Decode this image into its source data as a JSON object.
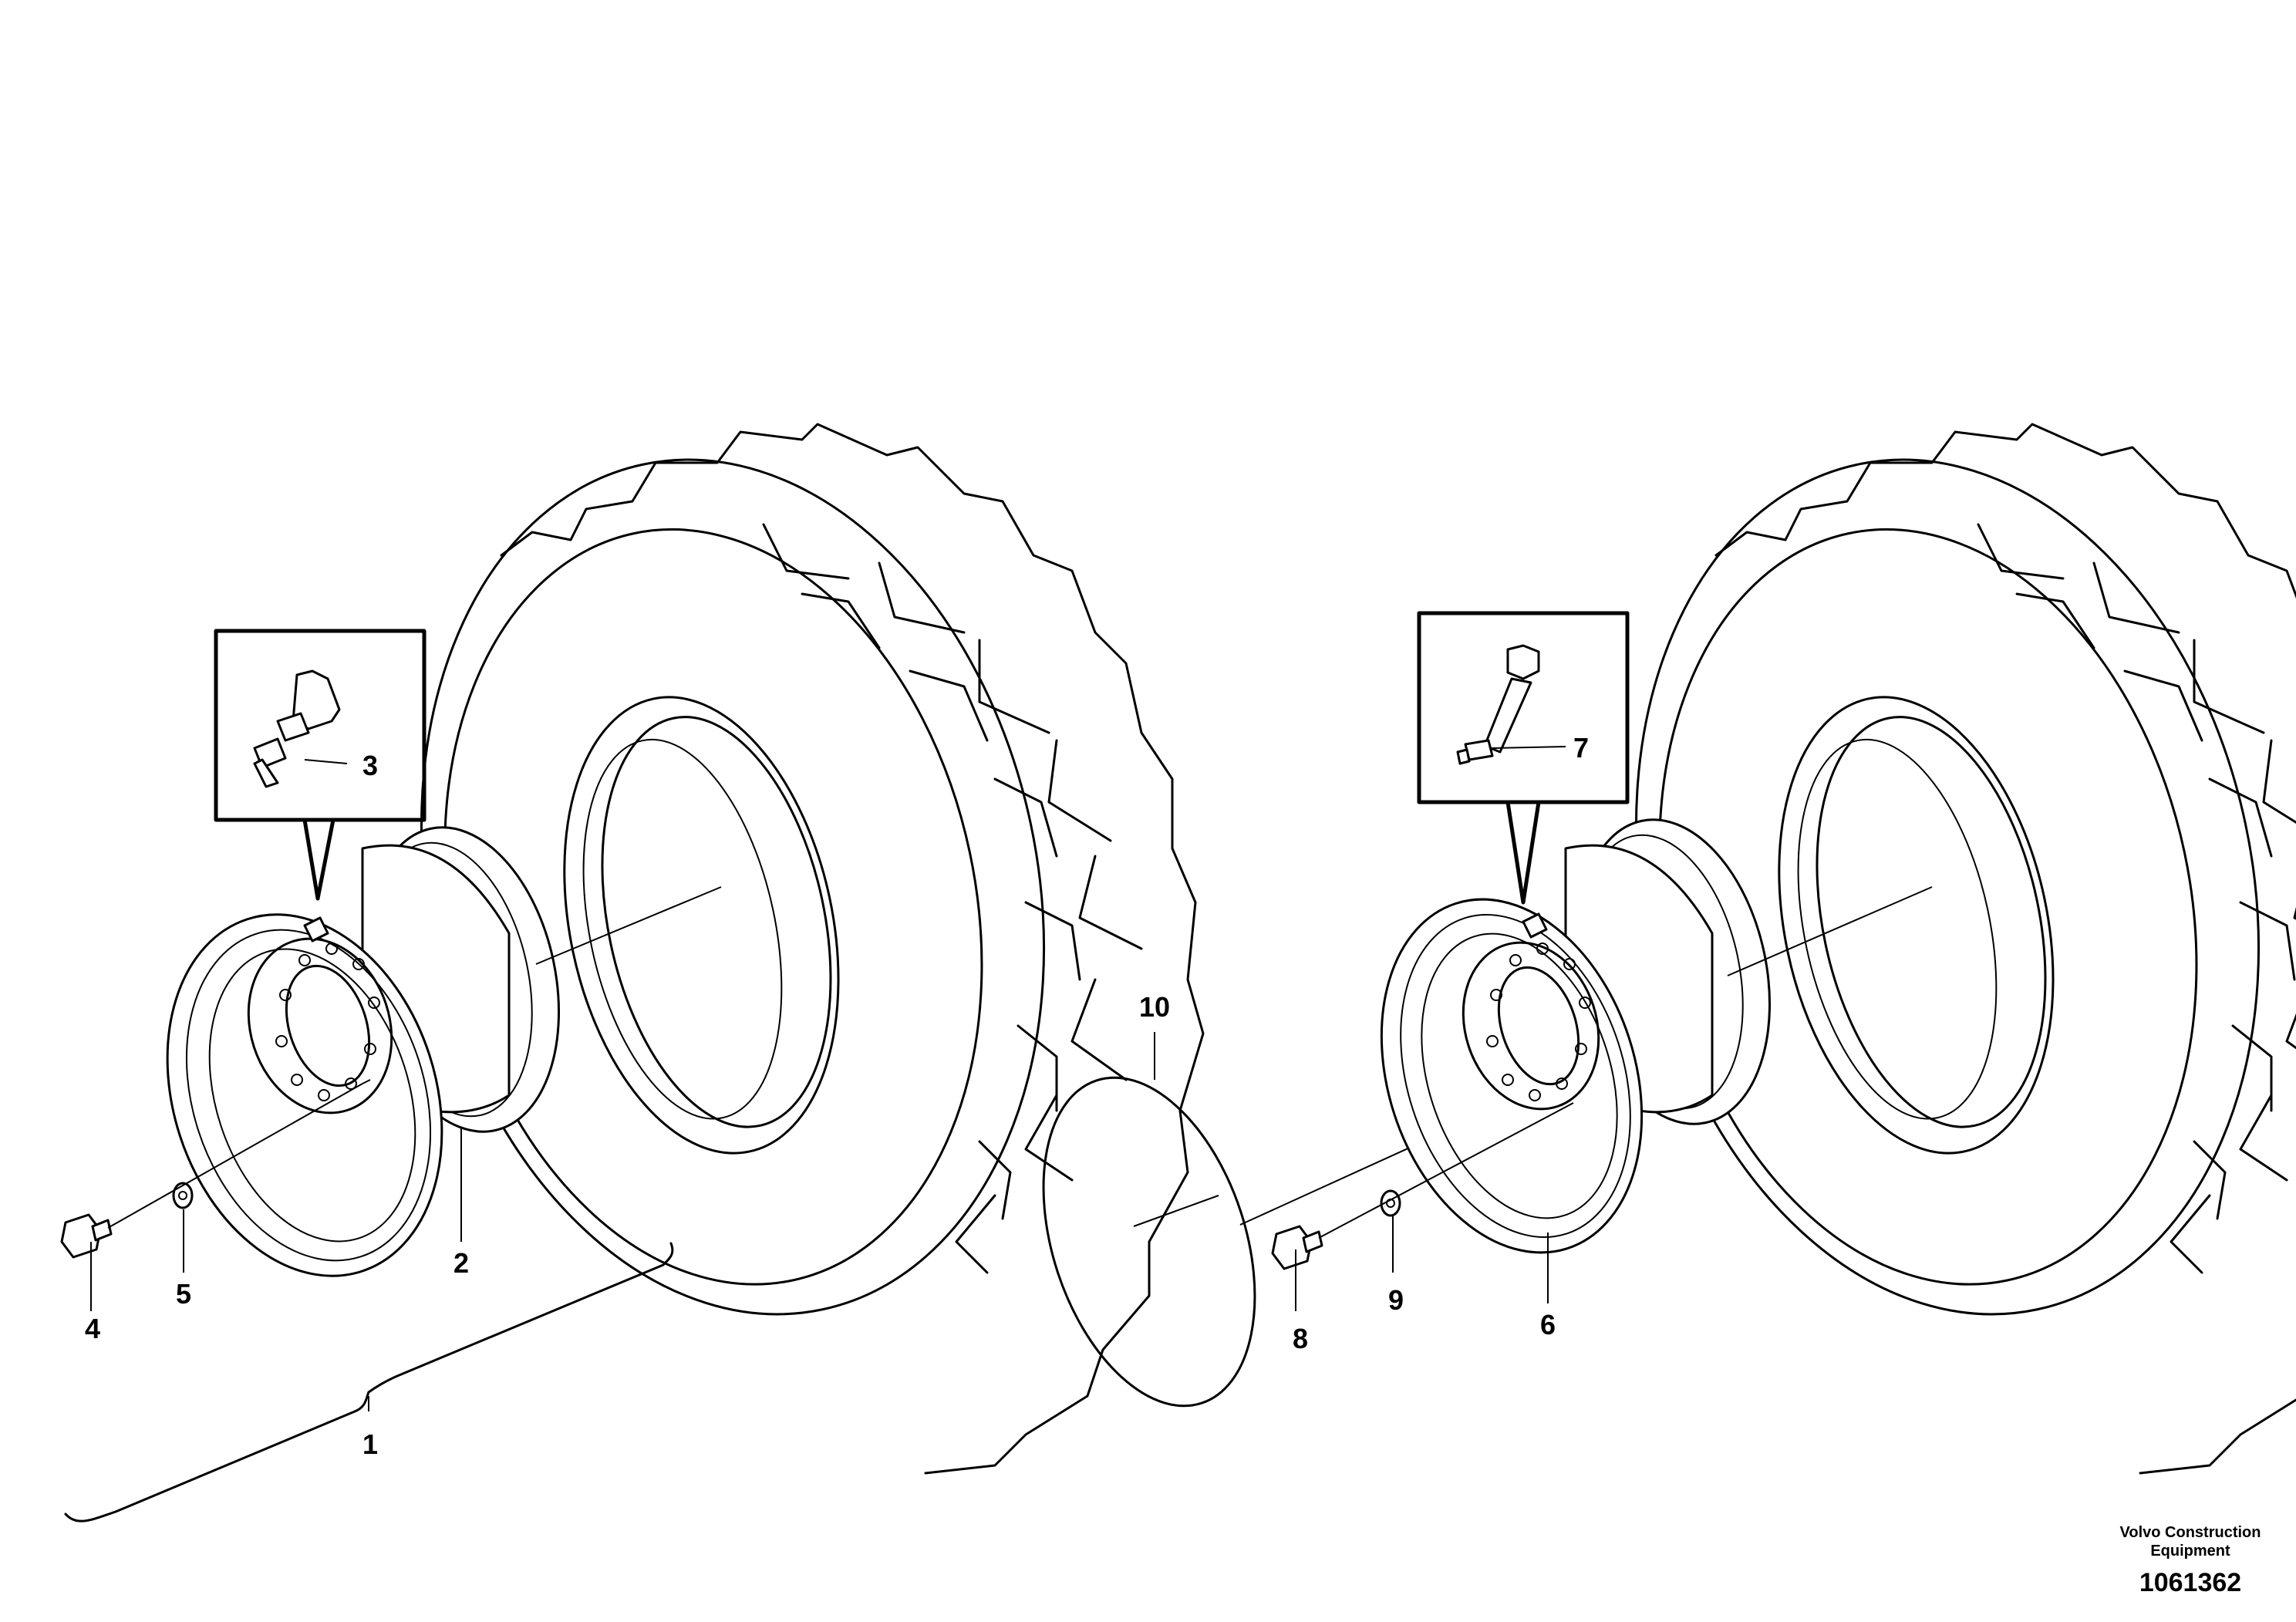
{
  "callouts": [
    {
      "id": "1",
      "label": "1"
    },
    {
      "id": "2",
      "label": "2"
    },
    {
      "id": "3",
      "label": "3"
    },
    {
      "id": "4",
      "label": "4"
    },
    {
      "id": "5",
      "label": "5"
    },
    {
      "id": "6",
      "label": "6"
    },
    {
      "id": "7",
      "label": "7"
    },
    {
      "id": "8",
      "label": "8"
    },
    {
      "id": "9",
      "label": "9"
    },
    {
      "id": "10",
      "label": "10"
    }
  ],
  "footer": {
    "company_line1": "Volvo Construction",
    "company_line2": "Equipment",
    "drawing_number": "1061362"
  }
}
